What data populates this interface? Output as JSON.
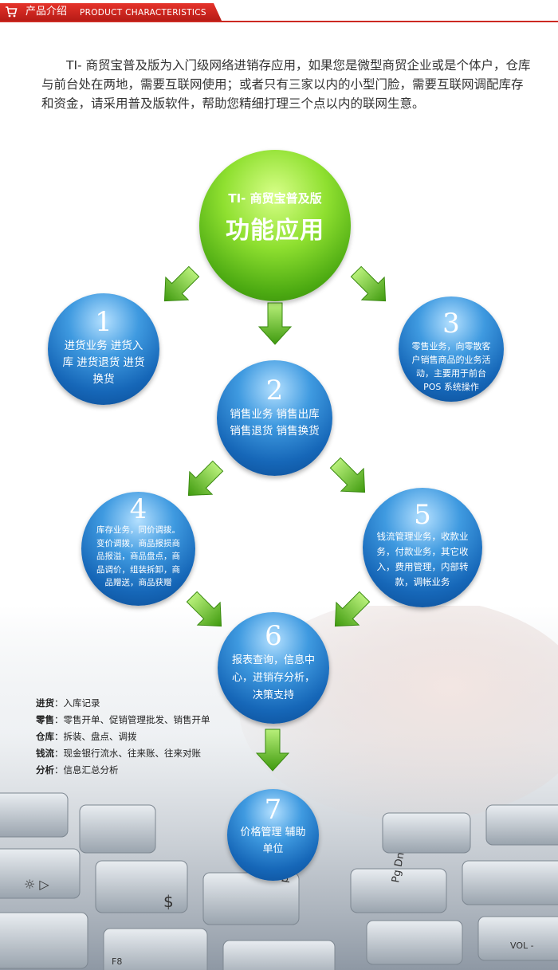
{
  "header": {
    "title_zh": "产品介绍",
    "title_en": "PRODUCT CHARACTERISTICS",
    "icon": "shopping-cart-icon"
  },
  "intro": "TI-  商贸宝普及版为入门级网络进销存应用，如果您是微型商贸企业或是个体户，仓库与前台处在两地，需要互联网使用；或者只有三家以内的小型门脸，需要互联网调配库存和资金，请采用普及版软件，帮助您精细打理三个点以内的联网生意。",
  "center": {
    "subtitle": "TI-  商贸宝普及版",
    "title": "功能应用"
  },
  "nodes": [
    {
      "num": "1",
      "text": "进货业务 进货入库 进货退货 进货换货"
    },
    {
      "num": "2",
      "text": "销售业务 销售出库  销售退货 销售换货"
    },
    {
      "num": "3",
      "text": "零售业务，向零散客户销售商品的业务活动，主要用于前台POS 系统操作"
    },
    {
      "num": "4",
      "text": "库存业务，同价调拨。变价调拨，商品报损商品报溢，商品盘点，商品调价，组装拆卸，商品赠送，商品获赠"
    },
    {
      "num": "5",
      "text": "钱流管理业务，收款业务，付款业务，其它收入，费用管理，内部转款，调帐业务"
    },
    {
      "num": "6",
      "text": "报表查询，信息中心，进销存分析，决策支持"
    },
    {
      "num": "7",
      "text": "价格管理 辅助单位"
    }
  ],
  "legend": [
    {
      "key": "进货",
      "value": "入库记录"
    },
    {
      "key": "零售",
      "value": "零售开单、促销管理批发、销售开单"
    },
    {
      "key": "仓库",
      "value": "拆装、盘点、调拨"
    },
    {
      "key": "钱流",
      "value": "现金银行流水、往来账、往来对账"
    },
    {
      "key": "分析",
      "value": "信息汇总分析"
    }
  ],
  "keyboard_labels": {
    "pg_dn": "Pg Dn",
    "vol": "VOL -",
    "f8": "F8"
  },
  "colors": {
    "header_red": "#d42a22",
    "green": "#6cc41e",
    "blue": "#1667b8",
    "arrow_green": "#5cb51a"
  }
}
